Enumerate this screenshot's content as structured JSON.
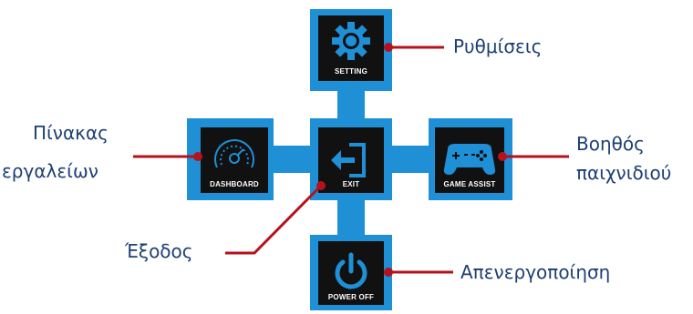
{
  "colors": {
    "frame_blue": "#1f8fd6",
    "tile_black": "#111111",
    "icon_blue": "#1f8fd6",
    "leader_red": "#b5121b",
    "label_navy": "#1e3f73"
  },
  "tiles": {
    "setting": {
      "caption": "SETTING",
      "icon": "gear-icon"
    },
    "dashboard": {
      "caption": "DASHBOARD",
      "icon": "speedometer-icon"
    },
    "exit": {
      "caption": "EXIT",
      "icon": "exit-arrow-icon"
    },
    "game_assist": {
      "caption": "GAME ASSIST",
      "icon": "gamepad-icon"
    },
    "power_off": {
      "caption": "POWER OFF",
      "icon": "power-icon"
    }
  },
  "callouts": {
    "setting": "Ρυθμίσεις",
    "dashboard_line1": "Πίνακας",
    "dashboard_line2": "εργαλείων",
    "game_assist_line1": "Βοηθός",
    "game_assist_line2": "παιχνιδιού",
    "exit": "Έξοδος",
    "power_off": "Απενεργοποίηση"
  }
}
